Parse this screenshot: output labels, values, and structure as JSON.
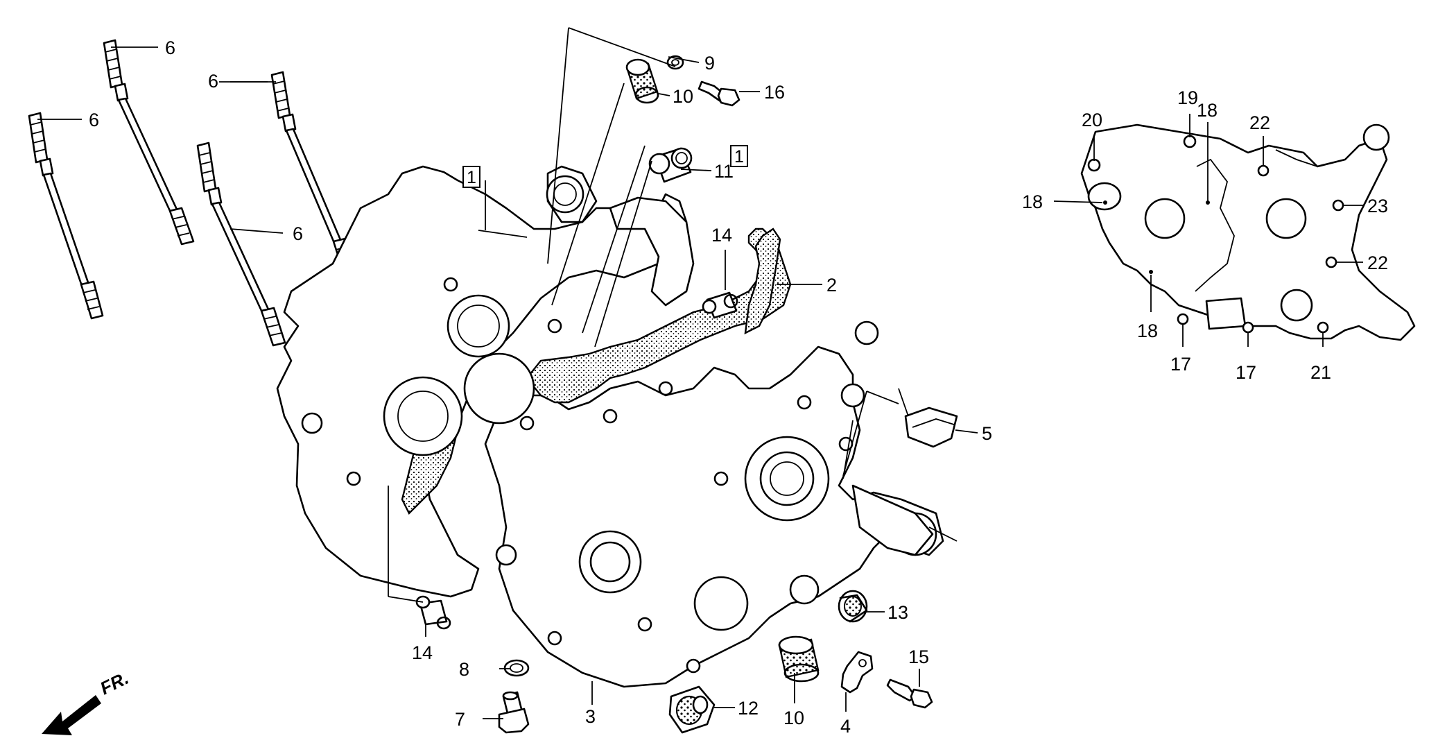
{
  "figure": {
    "callouts": [
      {
        "id": "c6a",
        "text": "6"
      },
      {
        "id": "c6b",
        "text": "6"
      },
      {
        "id": "c6c",
        "text": "6"
      },
      {
        "id": "c6d",
        "text": "6"
      },
      {
        "id": "c9",
        "text": "9"
      },
      {
        "id": "c10a",
        "text": "10"
      },
      {
        "id": "c16",
        "text": "16"
      },
      {
        "id": "c11",
        "text": "11"
      },
      {
        "id": "c14a",
        "text": "14"
      },
      {
        "id": "c2",
        "text": "2"
      },
      {
        "id": "c5",
        "text": "5"
      },
      {
        "id": "c13",
        "text": "13"
      },
      {
        "id": "c14b",
        "text": "14"
      },
      {
        "id": "c8",
        "text": "8"
      },
      {
        "id": "c7",
        "text": "7"
      },
      {
        "id": "c3",
        "text": "3"
      },
      {
        "id": "c12",
        "text": "12"
      },
      {
        "id": "c10b",
        "text": "10"
      },
      {
        "id": "c4",
        "text": "4"
      },
      {
        "id": "c15",
        "text": "15"
      },
      {
        "id": "c20",
        "text": "20"
      },
      {
        "id": "c19",
        "text": "19"
      },
      {
        "id": "c18a",
        "text": "18"
      },
      {
        "id": "c22a",
        "text": "22"
      },
      {
        "id": "c18b",
        "text": "18"
      },
      {
        "id": "c23",
        "text": "23"
      },
      {
        "id": "c22b",
        "text": "22"
      },
      {
        "id": "c18c",
        "text": "18"
      },
      {
        "id": "c17a",
        "text": "17"
      },
      {
        "id": "c17b",
        "text": "17"
      },
      {
        "id": "c21",
        "text": "21"
      }
    ],
    "boxed_refs": [
      {
        "id": "b1a",
        "text": "1"
      },
      {
        "id": "b1b",
        "text": "1"
      }
    ],
    "direction_indicator": "FR."
  }
}
